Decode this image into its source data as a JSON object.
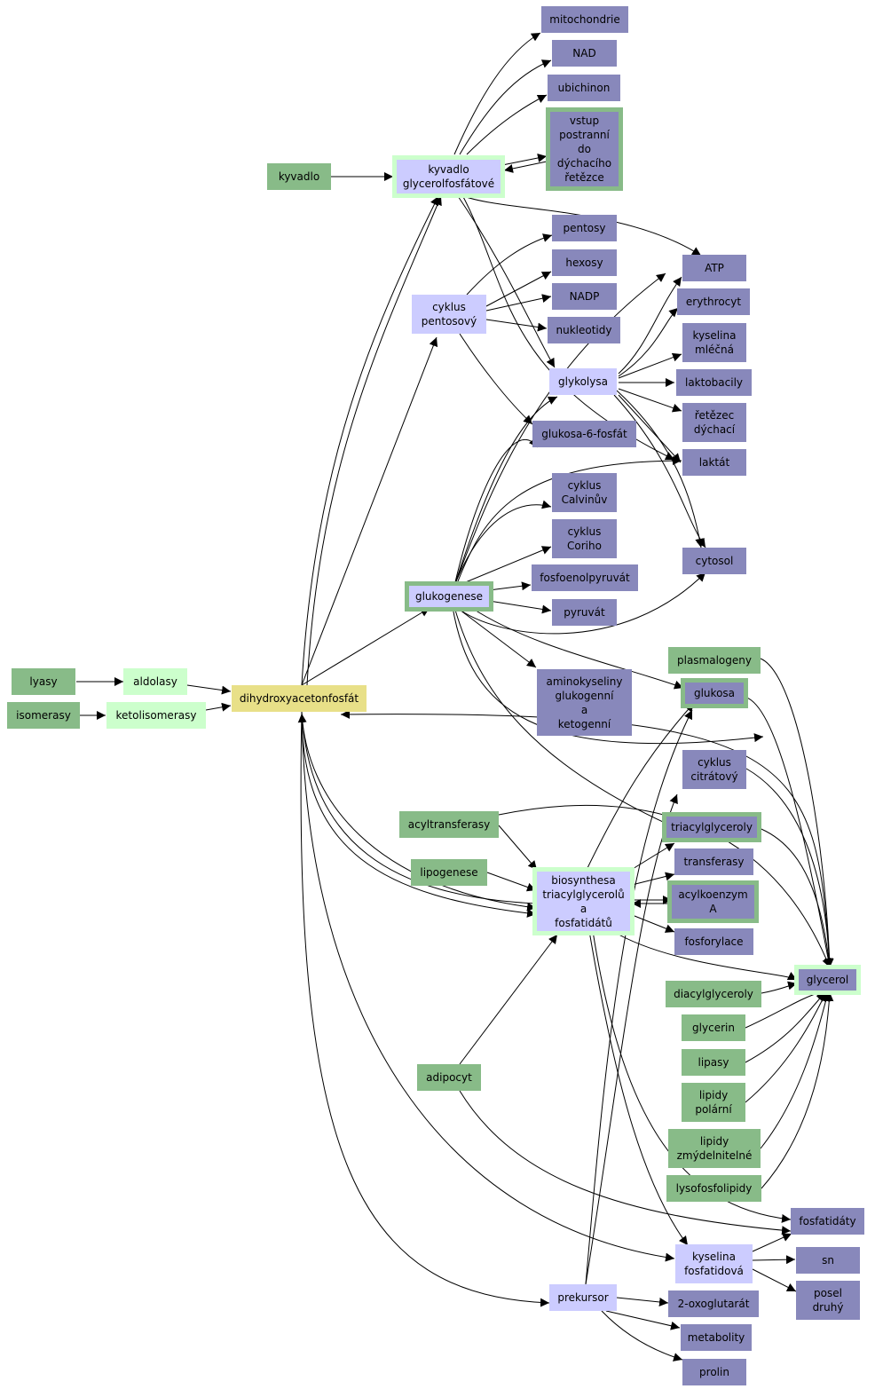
{
  "colors": {
    "purple": "#8888bb",
    "lavender": "#ccccff",
    "dark_green": "#88bb88",
    "light_green": "#ccffcc",
    "yellow": "#e8e088",
    "edge": "#000000"
  },
  "nodes": {
    "mitochondrie": "mitochondrie",
    "nad": "NAD",
    "ubichinon": "ubichinon",
    "vstup": "vstup\npostranní\ndo\ndýchacího\nřetězce",
    "kyvadlo": "kyvadlo",
    "kyvadlo_gly": "kyvadlo\nglycerolfosfátové",
    "pentosy": "pentosy",
    "hexosy": "hexosy",
    "atp": "ATP",
    "nadp": "NADP",
    "cyklus_pent": "cyklus\npentosový",
    "erythrocyt": "erythrocyt",
    "nukleotidy": "nukleotidy",
    "kyselina_mlecna": "kyselina\nmléčná",
    "glykolysa": "glykolysa",
    "laktobacily": "laktobacily",
    "retezec": "řetězec\ndýchací",
    "g6p": "glukosa-6-fosfát",
    "laktat": "laktát",
    "calvin": "cyklus\nCalvinův",
    "cori": "cyklus\nCoriho",
    "cytosol": "cytosol",
    "pep": "fosfoenolpyruvát",
    "glukogenese": "glukogenese",
    "pyruvat": "pyruvát",
    "plasmalogeny": "plasmalogeny",
    "aminokyseliny": "aminokyseliny\nglukogenní\na\nketogenní",
    "lyasy": "lyasy",
    "aldolasy": "aldolasy",
    "glukosa": "glukosa",
    "dhap": "dihydroxyacetonfosfát",
    "isomerasy": "isomerasy",
    "ketolisomerasy": "ketolisomerasy",
    "cyklus_citr": "cyklus\ncitrátový",
    "acyltransferasy": "acyltransferasy",
    "triacylglyceroly": "triacylglyceroly",
    "transferasy": "transferasy",
    "lipogenese": "lipogenese",
    "biosynthesa": "biosynthesa\ntriacylglycerolů\na\nfosfatidátů",
    "acylkoenzym": "acylkoenzym\nA",
    "fosforylace": "fosforylace",
    "glycerol": "glycerol",
    "diacylglyceroly": "diacylglyceroly",
    "glycerin": "glycerin",
    "lipasy": "lipasy",
    "adipocyt": "adipocyt",
    "lipidy_polarni": "lipidy\npolární",
    "lipidy_zmyd": "lipidy\nzmýdelnitelné",
    "lysofosfolipidy": "lysofosfolipidy",
    "fosfatidaty": "fosfatidáty",
    "kys_fosfatidova": "kyselina\nfosfatidová",
    "sn": "sn",
    "posel": "posel\ndruhý",
    "prekursor": "prekursor",
    "oxoglutarat": "2-oxoglutarát",
    "metabolity": "metabolity",
    "prolin": "prolin"
  }
}
